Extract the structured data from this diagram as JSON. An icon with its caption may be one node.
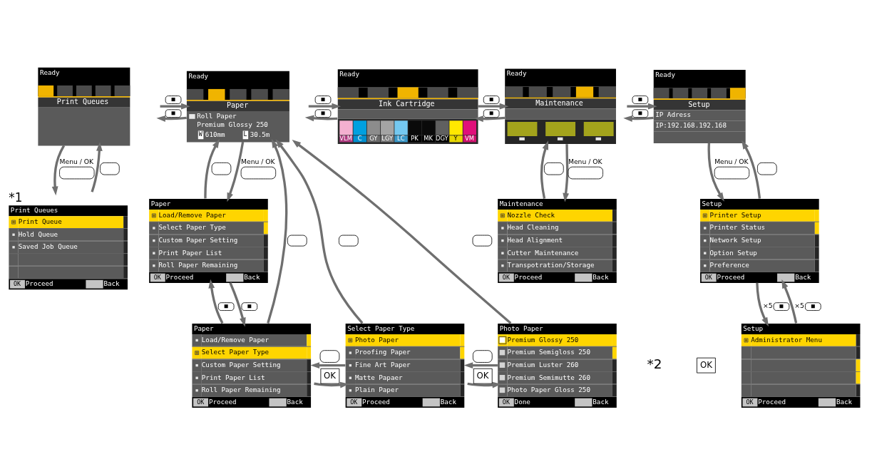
{
  "diagram": {
    "nodes": [
      {
        "text": [
          "Ready",
          "Print Queues"
        ]
      },
      {
        "text": [
          "Ready",
          "Paper",
          "Roll Paper",
          "Premium Glossy 250",
          "W",
          "610mm",
          "L",
          "30.5m"
        ]
      },
      {
        "text": [
          "Ready",
          "Ink Cartridge",
          "VLM",
          "C",
          "GY",
          "LGY",
          "LC",
          "PK",
          "MK",
          "DGY",
          "Y",
          "VM"
        ]
      },
      {
        "text": [
          "Ready",
          "Maintenance"
        ]
      },
      {
        "text": [
          "Ready",
          "Setup",
          "IP Adress",
          "IP:192.168.192.168"
        ]
      },
      {
        "text": [
          "Print Queues",
          "Print Queue",
          "Hold Queue",
          "Saved Job Queue",
          "OK",
          "Proceed",
          "Back"
        ],
        "beside": [
          "*1"
        ]
      },
      {
        "text": [
          "Paper",
          "Load/Remove Paper",
          "Select Paper Type",
          "Custom Paper Setting",
          "Print Paper List",
          "Roll Paper Remaining",
          "OK",
          "Proceed",
          "Back"
        ]
      },
      {
        "text": [
          "Maintenance",
          "Nozzle Check",
          "Head Cleaning",
          "Head Alignment",
          "Cutter Maintenance",
          "Transpotration/Storage",
          "OK",
          "Proceed",
          "Back"
        ]
      },
      {
        "text": [
          "Setup",
          "Printer Setup",
          "Printer Status",
          "Network Setup",
          "Option Setup",
          "Preference",
          "OK",
          "Proceed",
          "Back"
        ]
      },
      {
        "text": [
          "Paper",
          "Load/Remove Paper",
          "Select Paper Type",
          "Custom Paper Setting",
          "Print Paper List",
          "Roll Paper Remaining",
          "OK",
          "Proceed",
          "Back"
        ]
      },
      {
        "text": [
          "Select Paper Type",
          "Photo Paper",
          "Proofing Paper",
          "Fine Art Paper",
          "Matte Papaer",
          "Plain Paper",
          "OK",
          "Proceed",
          "Back"
        ]
      },
      {
        "text": [
          "Photo Paper",
          "Premium Glossy 250",
          "Premium Semigloss 250",
          "Premium Luster 260",
          "Premium Semimutte 260",
          "Photo Paper Gloss 250",
          "OK",
          "Done",
          "Back"
        ]
      },
      {
        "text": [
          "Setup",
          "Administrator Menu",
          "OK",
          "Proceed",
          "Back"
        ]
      }
    ],
    "edges": [
      {
        "from": 0,
        "to": 1,
        "arrow": "to"
      },
      {
        "from": 1,
        "to": 0,
        "arrow": "to"
      },
      {
        "from": 1,
        "to": 2,
        "arrow": "to"
      },
      {
        "from": 2,
        "to": 1,
        "arrow": "to"
      },
      {
        "from": 2,
        "to": 3,
        "arrow": "to"
      },
      {
        "from": 3,
        "to": 2,
        "arrow": "to"
      },
      {
        "from": 3,
        "to": 4,
        "arrow": "to"
      },
      {
        "from": 4,
        "to": 3,
        "arrow": "to"
      },
      {
        "from": 0,
        "to": 5,
        "arrow": "to",
        "label": "Menu / OK"
      },
      {
        "from": 5,
        "to": 0,
        "arrow": "to"
      },
      {
        "from": 1,
        "to": 6,
        "arrow": "to",
        "label": "Menu / OK"
      },
      {
        "from": 6,
        "to": 1,
        "arrow": "to"
      },
      {
        "from": 3,
        "to": 7,
        "arrow": "to",
        "label": "Menu / OK"
      },
      {
        "from": 7,
        "to": 3,
        "arrow": "to"
      },
      {
        "from": 4,
        "to": 8,
        "arrow": "to",
        "label": "Menu / OK"
      },
      {
        "from": 8,
        "to": 4,
        "arrow": "to"
      },
      {
        "from": 6,
        "to": 9,
        "arrow": "to"
      },
      {
        "from": 9,
        "to": 6,
        "arrow": "to"
      },
      {
        "from": 8,
        "to": 12,
        "arrow": "to",
        "label": "×5"
      },
      {
        "from": 12,
        "to": 8,
        "arrow": "to",
        "label": "×5"
      },
      {
        "from": 9,
        "to": 10,
        "arrow": "to",
        "label": "OK"
      },
      {
        "from": 10,
        "to": 9,
        "arrow": "to"
      },
      {
        "from": 10,
        "to": 11,
        "arrow": "to",
        "label": "OK"
      },
      {
        "from": 11,
        "to": 10,
        "arrow": "to"
      },
      {
        "from": 9,
        "to": 1,
        "arrow": "to"
      },
      {
        "from": 10,
        "to": 1,
        "arrow": "to"
      },
      {
        "from": 11,
        "to": 1,
        "arrow": "to"
      }
    ],
    "labels": [
      "*2",
      "OK"
    ]
  }
}
